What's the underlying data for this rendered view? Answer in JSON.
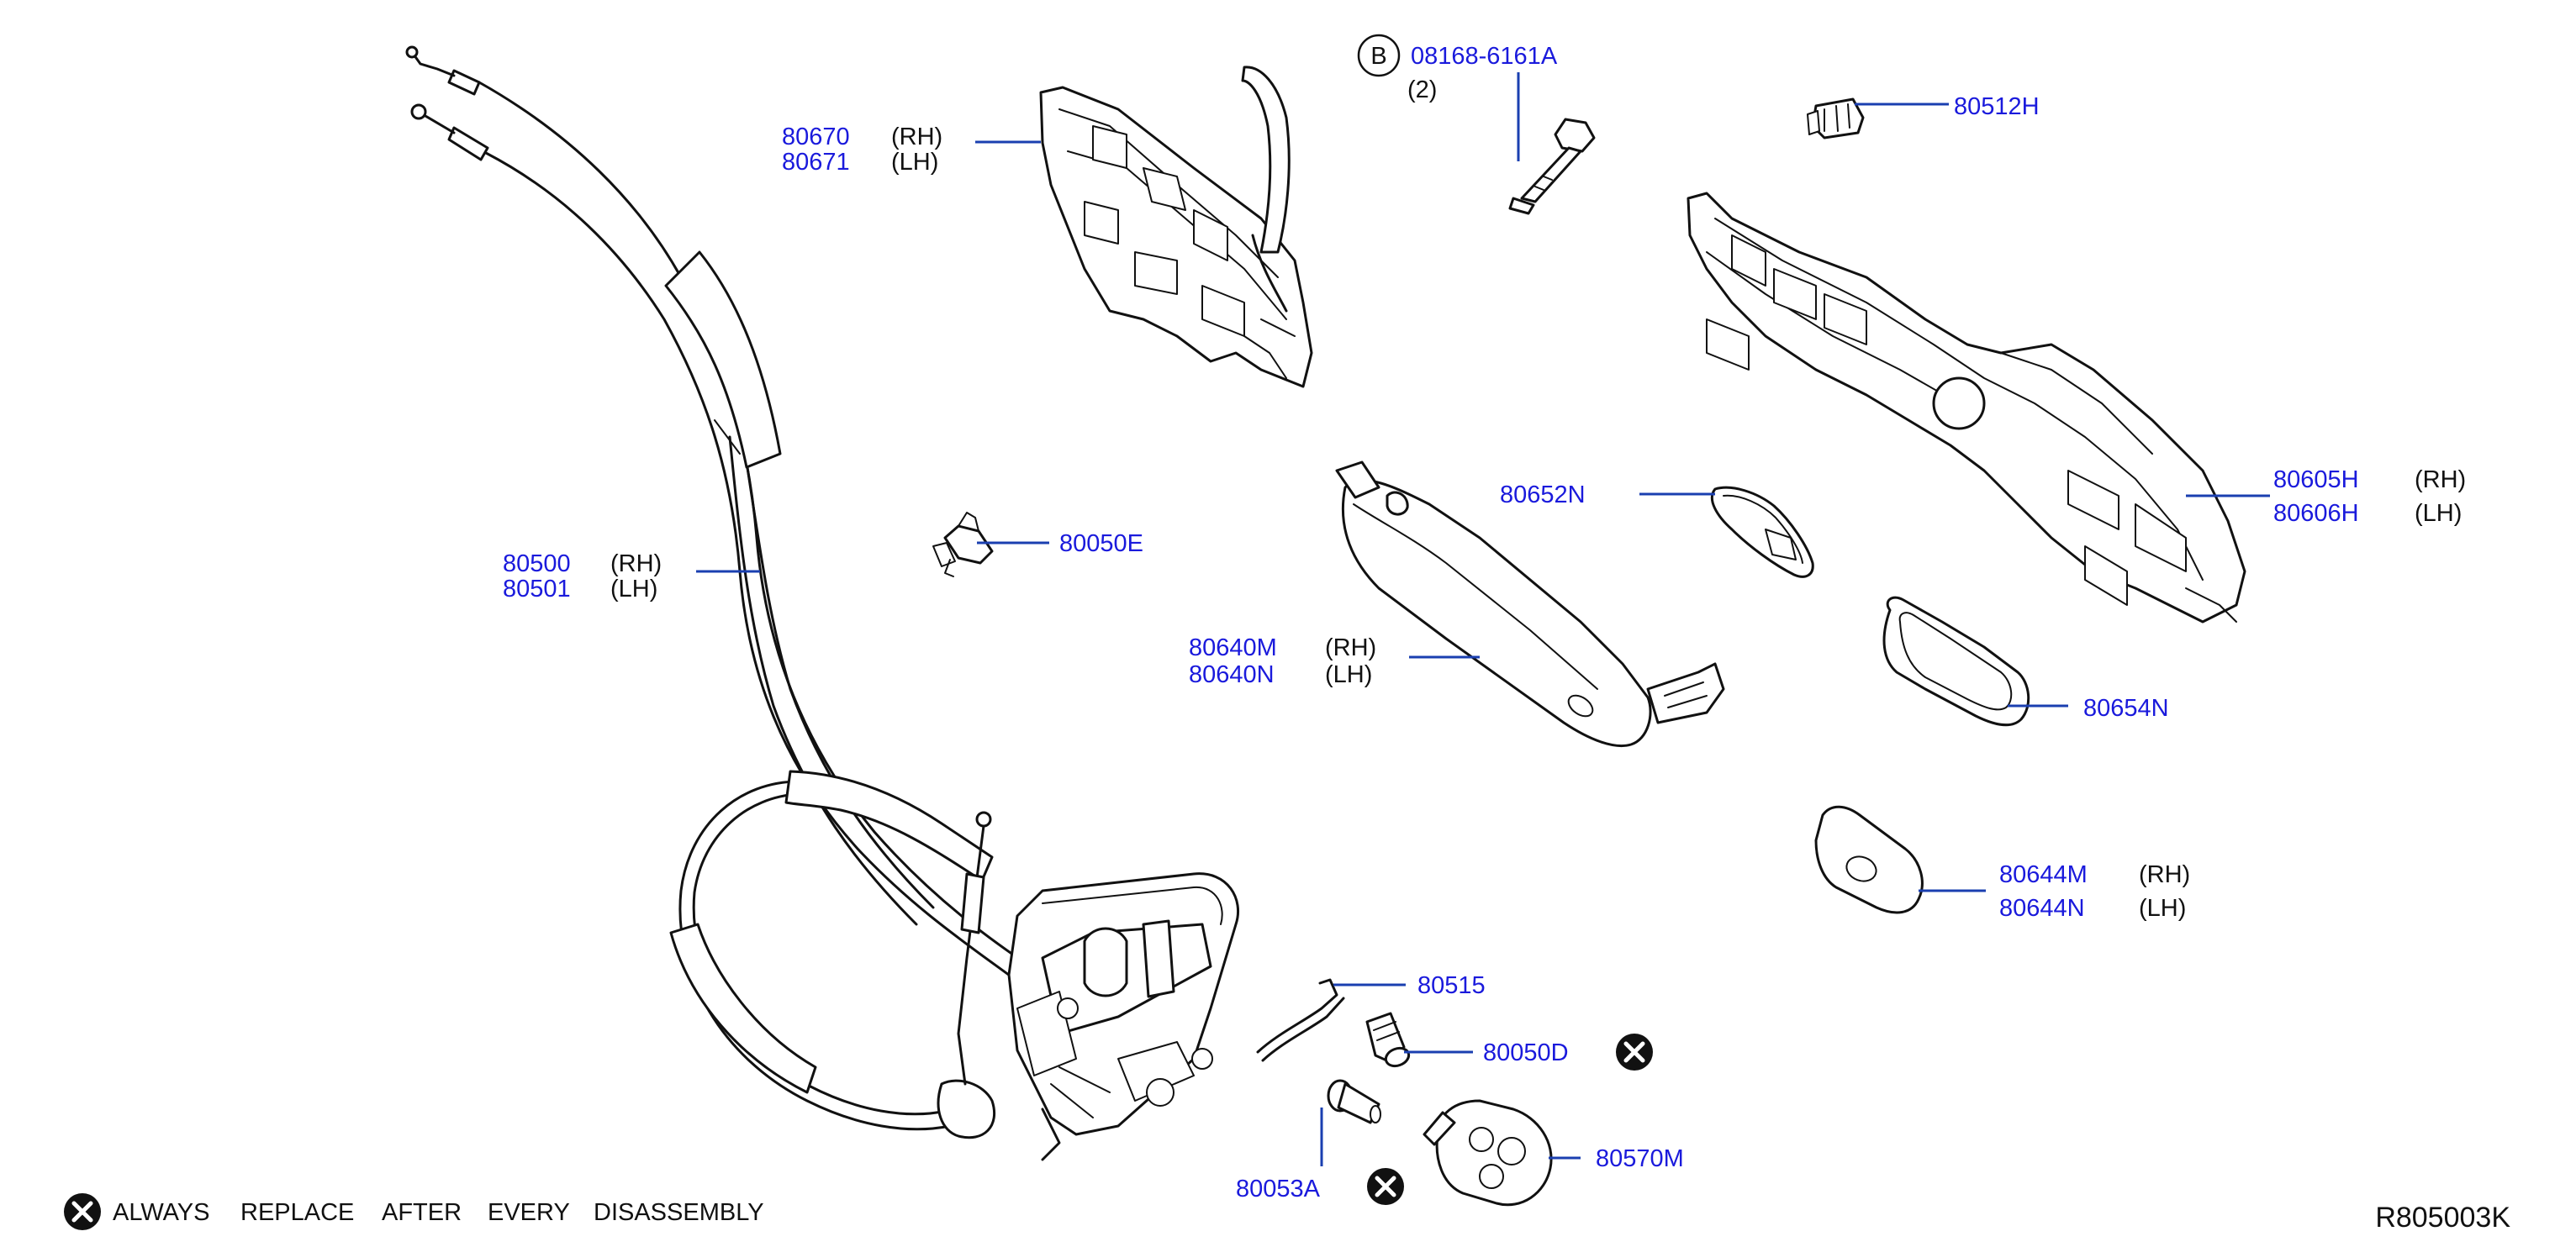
{
  "parts": {
    "p80670": {
      "number": "80670",
      "side": "(RH)"
    },
    "p80671": {
      "number": "80671",
      "side": "(LH)"
    },
    "bolt": {
      "number": "08168-6161A",
      "marker": "B",
      "qty": "(2)"
    },
    "p80512H": {
      "number": "80512H"
    },
    "p80605H": {
      "number": "80605H",
      "side": "(RH)"
    },
    "p80606H": {
      "number": "80606H",
      "side": "(LH)"
    },
    "p80652N": {
      "number": "80652N"
    },
    "p80500": {
      "number": "80500",
      "side": "(RH)"
    },
    "p80501": {
      "number": "80501",
      "side": "(LH)"
    },
    "p80050E": {
      "number": "80050E"
    },
    "p80640M": {
      "number": "80640M",
      "side": "(RH)"
    },
    "p80640N": {
      "number": "80640N",
      "side": "(LH)"
    },
    "p80654N": {
      "number": "80654N"
    },
    "p80644M": {
      "number": "80644M",
      "side": "(RH)"
    },
    "p80644N": {
      "number": "80644N",
      "side": "(LH)"
    },
    "p80515": {
      "number": "80515"
    },
    "p80050D": {
      "number": "80050D"
    },
    "p80053A": {
      "number": "80053A"
    },
    "p80570M": {
      "number": "80570M"
    }
  },
  "legend": {
    "words": [
      "ALWAYS",
      "REPLACE",
      "AFTER",
      "EVERY",
      "DISASSEMBLY"
    ],
    "icon": "x-circle-icon"
  },
  "diagram_code": "R805003K",
  "colors": {
    "part_number": "#1a1adc",
    "leader_line": "#1a3fb0",
    "ink": "#111111"
  }
}
